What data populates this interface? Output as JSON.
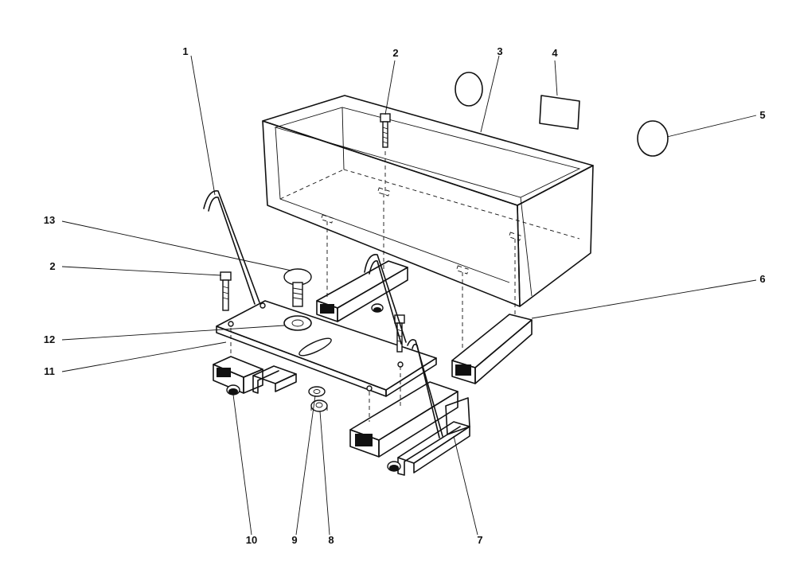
{
  "callouts": [
    {
      "id": "c1",
      "label": "1"
    },
    {
      "id": "c2a",
      "label": "2"
    },
    {
      "id": "c3",
      "label": "3"
    },
    {
      "id": "c4",
      "label": "4"
    },
    {
      "id": "c5",
      "label": "5"
    },
    {
      "id": "c6",
      "label": "6"
    },
    {
      "id": "c2b",
      "label": "2"
    },
    {
      "id": "c13",
      "label": "13"
    },
    {
      "id": "c12",
      "label": "12"
    },
    {
      "id": "c11",
      "label": "11"
    },
    {
      "id": "c10",
      "label": "10"
    },
    {
      "id": "c9",
      "label": "9"
    },
    {
      "id": "c8",
      "label": "8"
    },
    {
      "id": "c7",
      "label": "7"
    }
  ],
  "colors": {
    "ink": "#111111",
    "paper": "#ffffff"
  }
}
